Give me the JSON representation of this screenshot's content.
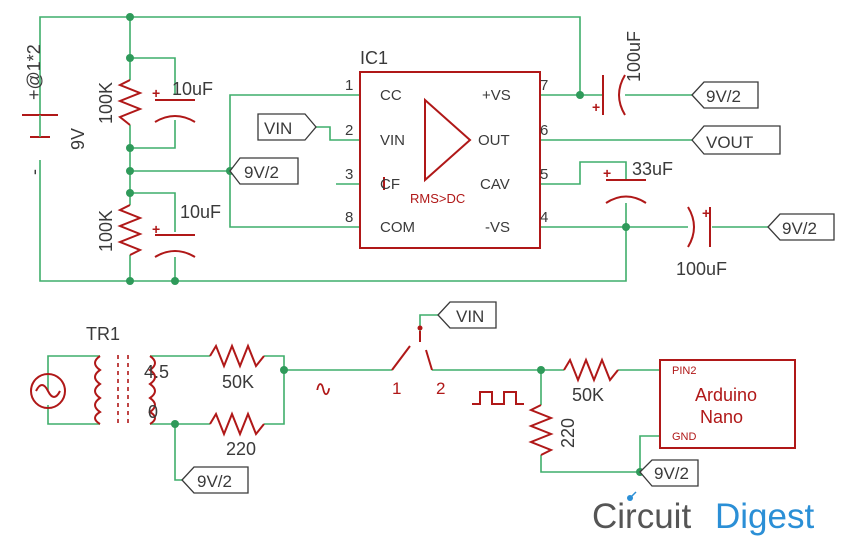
{
  "battery": {
    "name": "+@1*2",
    "value": "9V",
    "minus": "-"
  },
  "divider": {
    "r_top": "100K",
    "c_top": "10uF",
    "r_bot": "100K",
    "c_bot": "10uF",
    "node_flag": "9V/2"
  },
  "ic": {
    "name": "IC1",
    "function": "RMS>DC",
    "pins": [
      {
        "num": "1",
        "name": "CC"
      },
      {
        "num": "2",
        "name": "VIN"
      },
      {
        "num": "3",
        "name": "CF"
      },
      {
        "num": "8",
        "name": "COM"
      },
      {
        "num": "7",
        "name": "+VS"
      },
      {
        "num": "6",
        "name": "OUT"
      },
      {
        "num": "5",
        "name": "CAV"
      },
      {
        "num": "4",
        "name": "-VS"
      }
    ]
  },
  "flags": {
    "vin_in": "VIN",
    "out_9v2_top": "9V/2",
    "vout": "VOUT",
    "out_9v2_right": "9V/2",
    "switch_vin": "VIN",
    "tr_bottom": "9V/2",
    "arduino_bottom": "9V/2"
  },
  "caps": {
    "c_top_right": "100uF",
    "c_cav": "33uF",
    "c_bot_right": "100uF"
  },
  "transformer": {
    "name": "TR1",
    "tap_hi": "4.5",
    "tap_lo": "0"
  },
  "resistors": {
    "r_tr_top": "50K",
    "r_tr_bot": "220",
    "r_ard_series": "50K",
    "r_ard_shunt": "220"
  },
  "switch": {
    "pos1": "1",
    "pos2": "2",
    "sine_glyph": "∿"
  },
  "arduino": {
    "name_line1": "Arduino",
    "name_line2": "Nano",
    "pin_top": "PIN2",
    "pin_bot": "GND"
  },
  "logo": {
    "part1": "Circuit",
    "part2": "Digest"
  },
  "colors": {
    "wire": "#3fae6b",
    "part": "#b01818",
    "text": "#3a3a3a",
    "logo_grey": "#555555",
    "logo_blue": "#2b8fd6"
  }
}
